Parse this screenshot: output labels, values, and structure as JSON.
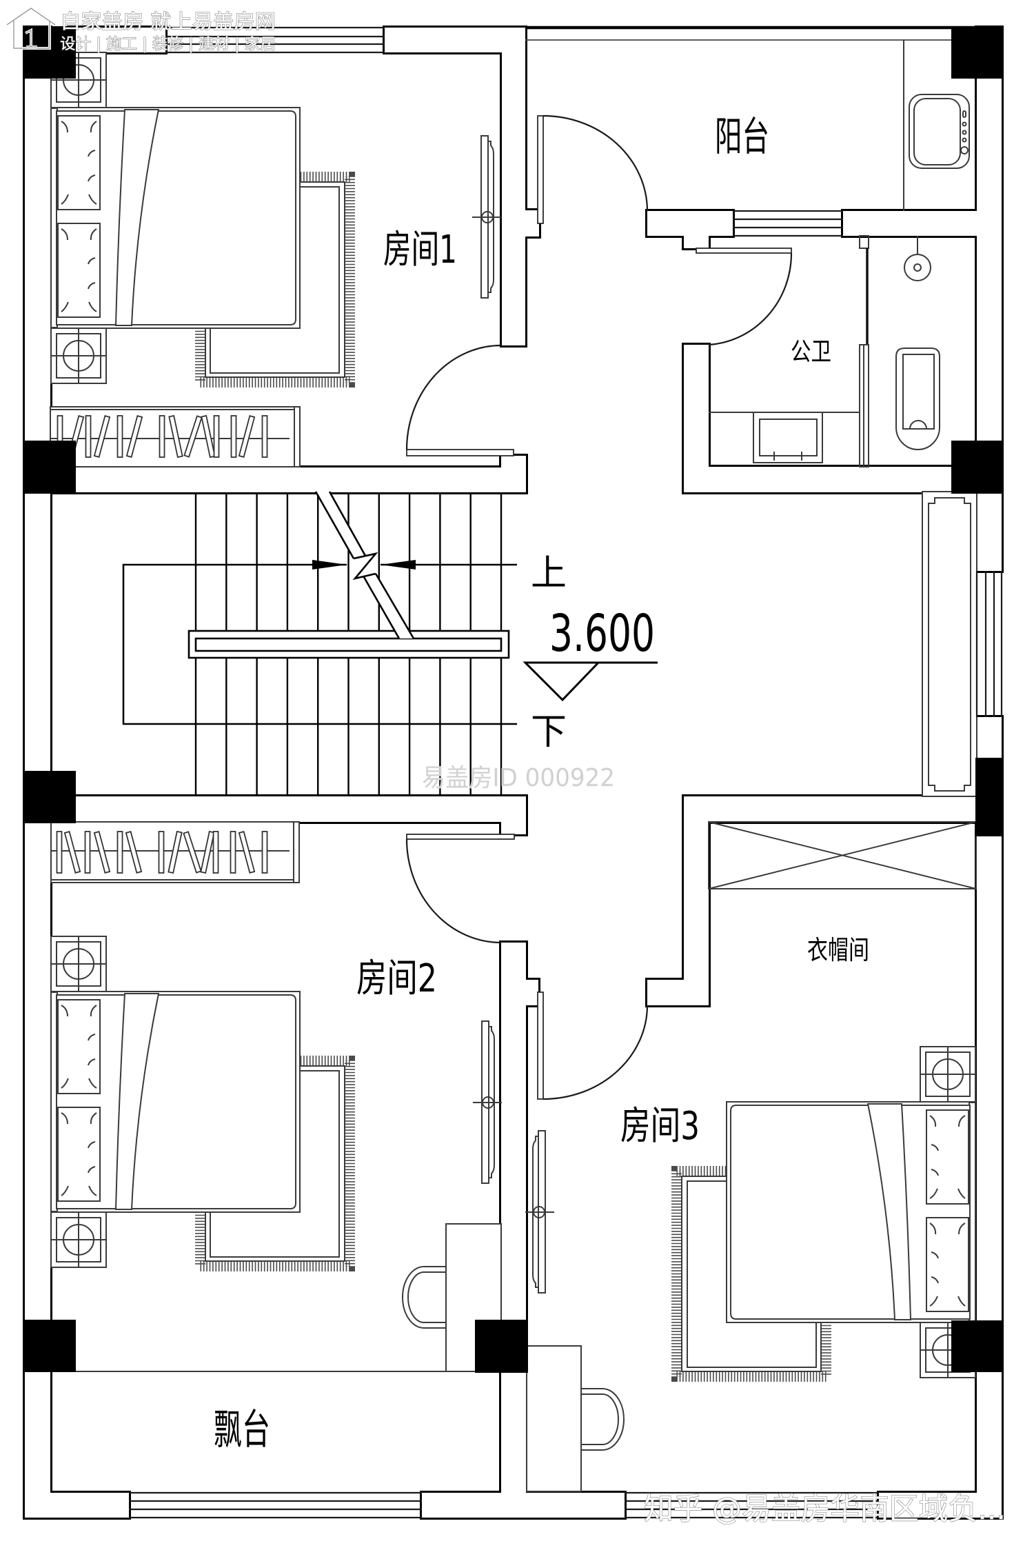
{
  "watermark_top": {
    "icon": "house-logo-icon",
    "line1": "自家盖房 就上易盖房网",
    "line2": "设计 | 施工 | 装修 | 建材 | 家居"
  },
  "rooms": {
    "room1": "房间1",
    "room2": "房间2",
    "room3": "房间3",
    "balcony": "阳台",
    "bathroom": "公卫",
    "closet": "衣帽间",
    "bay_window": "飘台"
  },
  "stair": {
    "up": "上",
    "down": "下"
  },
  "elevation": {
    "value": "3.600",
    "symbol": "elevation-triangle-icon"
  },
  "watermark_id": "易盖房ID 000922",
  "watermark_bottom": "知乎 @易盖房华南区域负...",
  "colors": {
    "background": "#ffffff",
    "wall_line": "#000000",
    "column_fill": "#000000",
    "furniture_line": "#3a3a3a",
    "watermark_id_text": "#cfcfcf"
  }
}
